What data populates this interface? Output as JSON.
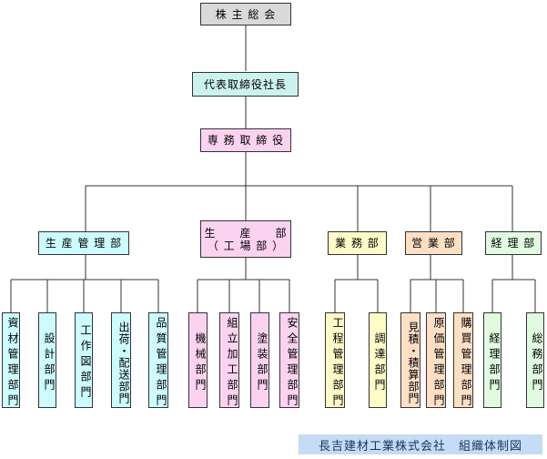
{
  "colors": {
    "gray": "#d9d9d9",
    "teal": "#ccf2ee",
    "pink": "#fbd3f0",
    "cyan": "#ccfcfd",
    "yellow": "#fffbc9",
    "orange": "#fde0c4",
    "green": "#e1fbe1",
    "caption_bg": "#c6dbf5",
    "caption_text": "#17365d",
    "line": "#333333"
  },
  "top": {
    "shareholders": "株 主 総 会",
    "representative": "代表取締役社長",
    "managing_director": "専 務 取 締 役"
  },
  "divisions": {
    "production_mgmt": "生 産 管 理 部",
    "production": "生　　産　　部\n（ 工 場 部 ）",
    "general_affairs": "業 務 部",
    "sales": "営 業 部",
    "accounting": "経 理 部"
  },
  "sections": {
    "materials_mgmt": "資材管理部門",
    "design": "設計部門",
    "drawing": "工作図部門",
    "shipping": "出荷・配送部門",
    "quality_mgmt": "品質管理部門",
    "machinery": "機械部門",
    "assembly": "組立加工部門",
    "painting": "塗装部門",
    "safety_mgmt": "安全管理部門",
    "process_mgmt": "工程管理部門",
    "procurement": "調達部門",
    "estimation": "見積・積算部門",
    "cost_mgmt": "原価管理部門",
    "purchasing": "購買管理部門",
    "accounting_section": "経理部門",
    "general_section": "総務部門"
  },
  "caption": "長吉建材工業株式会社　組織体制図"
}
